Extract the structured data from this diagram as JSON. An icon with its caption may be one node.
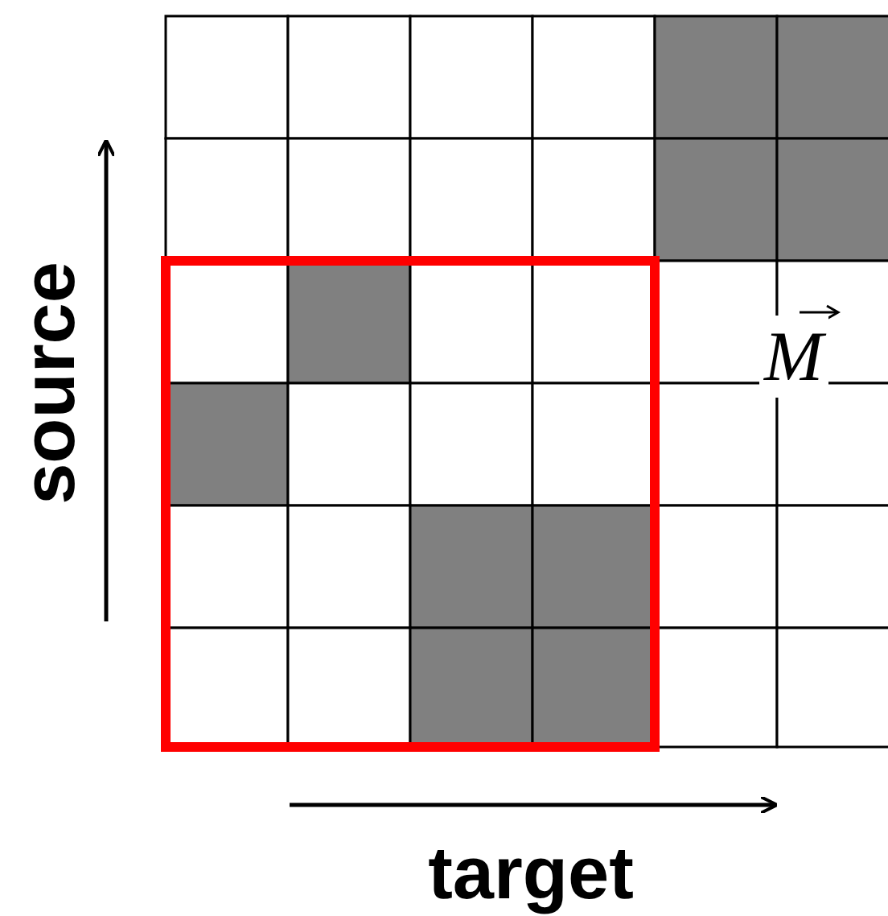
{
  "diagram": {
    "labels": [
      "M",
      "source",
      "target"
    ]
  }
}
